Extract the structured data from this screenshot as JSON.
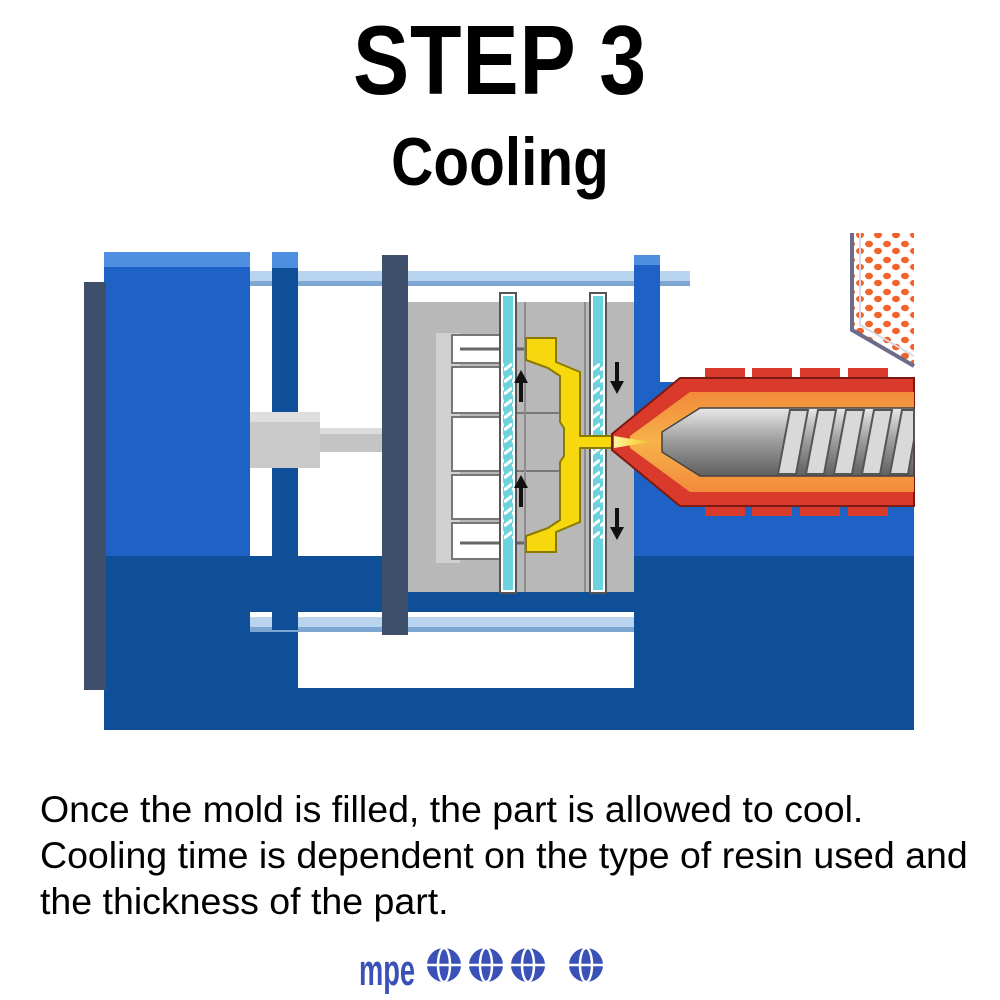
{
  "header": {
    "step": "STEP 3",
    "stage": "Cooling"
  },
  "caption": {
    "text": "Once the mold is filled, the part is allowed to cool.  Cooling time is dependent on the type of resin used and the thickness of the part."
  },
  "logo": {
    "text": "mpe",
    "icon": "globe-icon",
    "icon_count": 4
  },
  "colors": {
    "machine_blue": "#1d62c4",
    "machine_dark_blue": "#0f4f98",
    "platen_slate": "#3e4f6c",
    "mold_gray": "#b8b8b8",
    "plastic_yellow": "#f5d90e",
    "cooling_cyan": "#6bd3de",
    "barrel_red": "#d93a2c",
    "pellet_orange": "#f2622b",
    "logo_blue": "#3a52b8"
  }
}
